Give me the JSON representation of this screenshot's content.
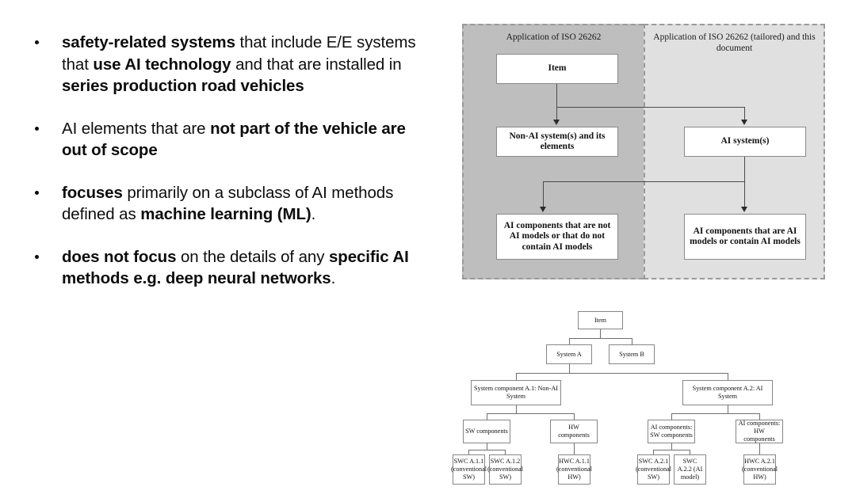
{
  "slide": {
    "background_color": "#ffffff",
    "text_color": "#0d0d0d"
  },
  "bullets": [
    {
      "id": "bullet-scope-safety-related-systems",
      "segments": [
        {
          "text": "safety-related systems",
          "bold": true
        },
        {
          "text": " that include E/E systems that ",
          "bold": false
        },
        {
          "text": "use AI technology",
          "bold": true
        },
        {
          "text": " and that are installed in ",
          "bold": false
        },
        {
          "text": "series production road vehicles",
          "bold": true
        }
      ],
      "plain": "safety-related systems that include E/E systems that use AI technology and that are installed in series production road vehicles"
    },
    {
      "id": "bullet-ai-elements-out-of-scope",
      "segments": [
        {
          "text": "AI elements that are ",
          "bold": false
        },
        {
          "text": "not part of the vehicle are out of scope",
          "bold": true
        }
      ],
      "plain": "AI elements that are not part of the vehicle are out of scope"
    },
    {
      "id": "bullet-focuses-machine-learning",
      "segments": [
        {
          "text": "focuses",
          "bold": true
        },
        {
          "text": " primarily on a subclass of AI methods defined as ",
          "bold": false
        },
        {
          "text": "machine learning (ML)",
          "bold": true
        },
        {
          "text": ".",
          "bold": false
        }
      ],
      "plain": "focuses primarily on a subclass of AI methods defined as machine learning (ML)."
    },
    {
      "id": "bullet-does-not-focus-specific-methods",
      "segments": [
        {
          "text": "does not focus",
          "bold": true
        },
        {
          "text": " on the details of any ",
          "bold": false
        },
        {
          "text": "specific AI methods e.g. deep neural networks",
          "bold": true
        },
        {
          "text": ".",
          "bold": false
        }
      ],
      "plain": "does not focus on the details of any specific AI methods e.g. deep neural networks."
    }
  ],
  "flowchart": {
    "panels": {
      "left": {
        "header": "Application of ISO 26262",
        "fill_color": "#bebebe",
        "border_color": "#9a9a9a",
        "border_style": "dashed"
      },
      "right": {
        "header": "Application of ISO 26262 (tailored) and this document",
        "fill_color": "#e0e0e0",
        "border_color": "#9a9a9a",
        "border_style": "dashed"
      }
    },
    "boxes": {
      "item": "Item",
      "non_ai_system": "Non-AI system(s) and its elements",
      "ai_system": "AI system(s)",
      "non_ai_components": "AI components that are not AI models or that do not contain AI models",
      "ai_components": "AI components that are AI models or contain AI models"
    },
    "box_fill_color": "#ffffff",
    "box_border_color": "#8a8a8a",
    "connector_color": "#4a4a4a"
  },
  "tree": {
    "box_fill_color": "#ffffff",
    "box_border_color": "#868686",
    "connector_color": "#6f6f6f",
    "nodes": {
      "item": "Item",
      "system_a": "System A",
      "system_b": "System B",
      "component_a1": "System component A.1: Non-AI System",
      "component_a2": "System component A.2: AI System",
      "sw_components": "SW components",
      "hw_components": "HW components",
      "ai_sw_components": "AI components: SW components",
      "ai_hw_components": "AI components: HW components",
      "swc_a11": "SWC A.1.1 (conventional SW)",
      "swc_a12": "SWC A.1.2 (conventional SW)",
      "hwc_a11": "HWC A.1.1 (conventional HW)",
      "swc_a21": "SWC A.2.1 (conventional SW)",
      "swc_a22": "SWC A.2.2 (AI model)",
      "hwc_a21": "HWC A.2.1 (conventional HW)"
    }
  }
}
